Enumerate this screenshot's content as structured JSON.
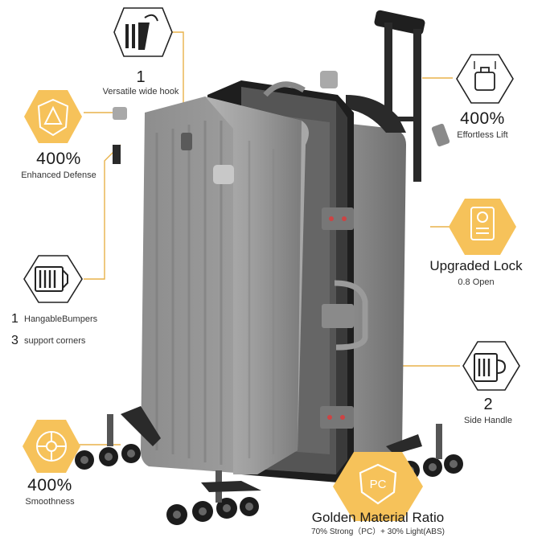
{
  "callouts": {
    "hook": {
      "number": "1",
      "caption": "Versatile wide hook"
    },
    "defense": {
      "value": "400%",
      "caption": "Enhanced Defense"
    },
    "lift": {
      "value": "400%",
      "caption": "Effortless Lift"
    },
    "lock": {
      "title": "Upgraded Lock",
      "caption": "0.8 Open"
    },
    "bumpers": {
      "num1": "1",
      "text1": "HangableBumpers",
      "num2": "3",
      "text2": "support corners"
    },
    "handle": {
      "number": "2",
      "caption": "Side Handle"
    },
    "smooth": {
      "value": "400%",
      "caption": "Smoothness"
    },
    "material": {
      "badge": "PC",
      "title": "Golden Material Ratio",
      "caption": "70% Strong（PC）+ 30% Light(ABS)"
    }
  },
  "colors": {
    "gold": "#f6c25a",
    "gold_line": "#e8b24a",
    "shell": "#9a9a9a",
    "frame": "#2a2a2a",
    "wheel": "#1c1c1c"
  },
  "icons": [
    "hook-icon",
    "shield-triangle-icon",
    "lift-icon",
    "lock-icon",
    "bumper-icon",
    "side-handle-icon",
    "wheel-icon",
    "pc-shield-icon"
  ]
}
